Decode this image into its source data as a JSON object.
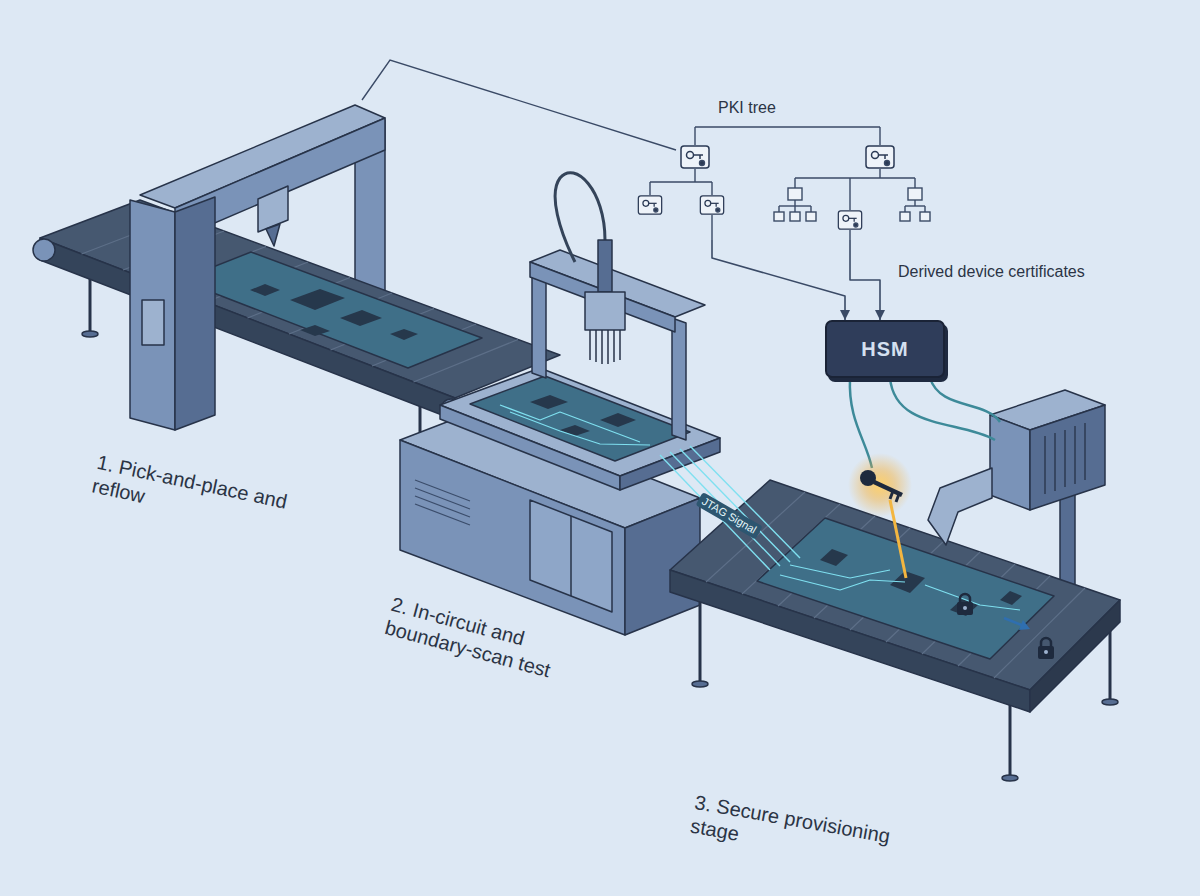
{
  "diagram": {
    "nodes": [
      {
        "text": [
          "PKI tree"
        ]
      },
      {
        "text": [
          "HSM"
        ]
      }
    ],
    "edges": [
      {
        "from": 0,
        "to": 1,
        "arrow": "to"
      },
      {
        "from": 0,
        "to": 1,
        "arrow": "to"
      }
    ],
    "labels": [
      "1. Pick-and-place and reflow",
      "2. In-circuit and boundary-scan test",
      "JTAG Signal",
      "Derived device certificates",
      "3. Secure provisioning stage"
    ]
  }
}
